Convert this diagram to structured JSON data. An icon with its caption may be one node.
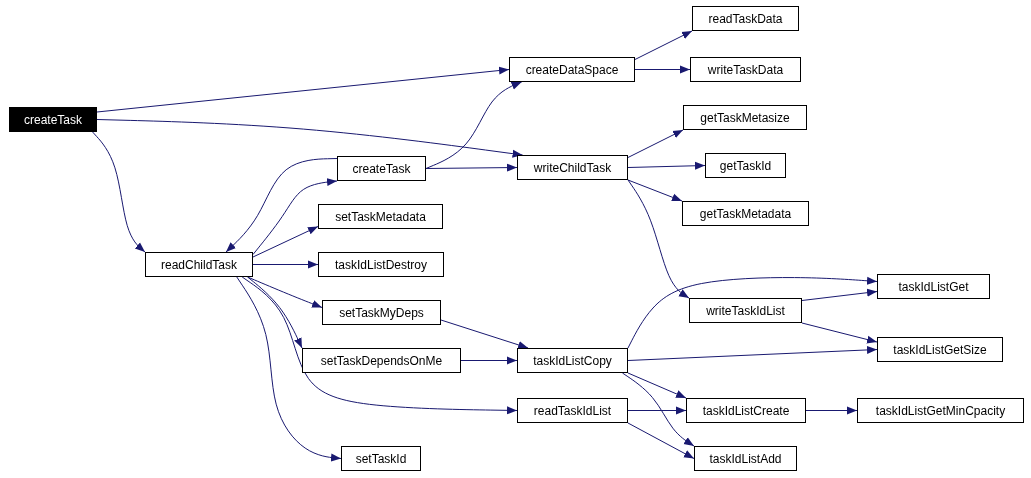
{
  "diagram": {
    "nodes": [
      {
        "text": [
          "createTask"
        ]
      },
      {
        "text": [
          "createDataSpace"
        ]
      },
      {
        "text": [
          "readTaskData"
        ]
      },
      {
        "text": [
          "writeTaskData"
        ]
      },
      {
        "text": [
          "createTask"
        ]
      },
      {
        "text": [
          "writeChildTask"
        ]
      },
      {
        "text": [
          "getTaskMetasize"
        ]
      },
      {
        "text": [
          "getTaskId"
        ]
      },
      {
        "text": [
          "getTaskMetadata"
        ]
      },
      {
        "text": [
          "readChildTask"
        ]
      },
      {
        "text": [
          "setTaskMetadata"
        ]
      },
      {
        "text": [
          "taskIdListDestroy"
        ]
      },
      {
        "text": [
          "setTaskMyDeps"
        ]
      },
      {
        "text": [
          "setTaskDependsOnMe"
        ]
      },
      {
        "text": [
          "taskIdListCopy"
        ]
      },
      {
        "text": [
          "writeTaskIdList"
        ]
      },
      {
        "text": [
          "taskIdListGet"
        ]
      },
      {
        "text": [
          "taskIdListGetSize"
        ]
      },
      {
        "text": [
          "readTaskIdList"
        ]
      },
      {
        "text": [
          "taskIdListCreate"
        ]
      },
      {
        "text": [
          "taskIdListGetMinCpacity"
        ]
      },
      {
        "text": [
          "taskIdListAdd"
        ]
      },
      {
        "text": [
          "setTaskId"
        ]
      }
    ],
    "edges": [
      {
        "from": 0,
        "to": 1,
        "arrow": "to"
      },
      {
        "from": 0,
        "to": 5,
        "arrow": "to"
      },
      {
        "from": 0,
        "to": 9,
        "arrow": "to"
      },
      {
        "from": 1,
        "to": 2,
        "arrow": "to"
      },
      {
        "from": 1,
        "to": 3,
        "arrow": "to"
      },
      {
        "from": 4,
        "to": 1,
        "arrow": "to"
      },
      {
        "from": 4,
        "to": 5,
        "arrow": "to"
      },
      {
        "from": 5,
        "to": 6,
        "arrow": "to"
      },
      {
        "from": 5,
        "to": 7,
        "arrow": "to"
      },
      {
        "from": 5,
        "to": 8,
        "arrow": "to"
      },
      {
        "from": 5,
        "to": 15,
        "arrow": "to"
      },
      {
        "from": 9,
        "to": 4,
        "arrow": "to"
      },
      {
        "from": 4,
        "to": 9,
        "arrow": "to"
      },
      {
        "from": 9,
        "to": 10,
        "arrow": "to"
      },
      {
        "from": 9,
        "to": 11,
        "arrow": "to"
      },
      {
        "from": 9,
        "to": 12,
        "arrow": "to"
      },
      {
        "from": 9,
        "to": 13,
        "arrow": "to"
      },
      {
        "from": 9,
        "to": 18,
        "arrow": "to"
      },
      {
        "from": 9,
        "to": 22,
        "arrow": "to"
      },
      {
        "from": 12,
        "to": 14,
        "arrow": "to"
      },
      {
        "from": 13,
        "to": 14,
        "arrow": "to"
      },
      {
        "from": 14,
        "to": 16,
        "arrow": "to"
      },
      {
        "from": 14,
        "to": 17,
        "arrow": "to"
      },
      {
        "from": 14,
        "to": 19,
        "arrow": "to"
      },
      {
        "from": 14,
        "to": 21,
        "arrow": "to"
      },
      {
        "from": 15,
        "to": 16,
        "arrow": "to"
      },
      {
        "from": 15,
        "to": 17,
        "arrow": "to"
      },
      {
        "from": 18,
        "to": 19,
        "arrow": "to"
      },
      {
        "from": 18,
        "to": 21,
        "arrow": "to"
      },
      {
        "from": 19,
        "to": 20,
        "arrow": "to"
      }
    ]
  }
}
